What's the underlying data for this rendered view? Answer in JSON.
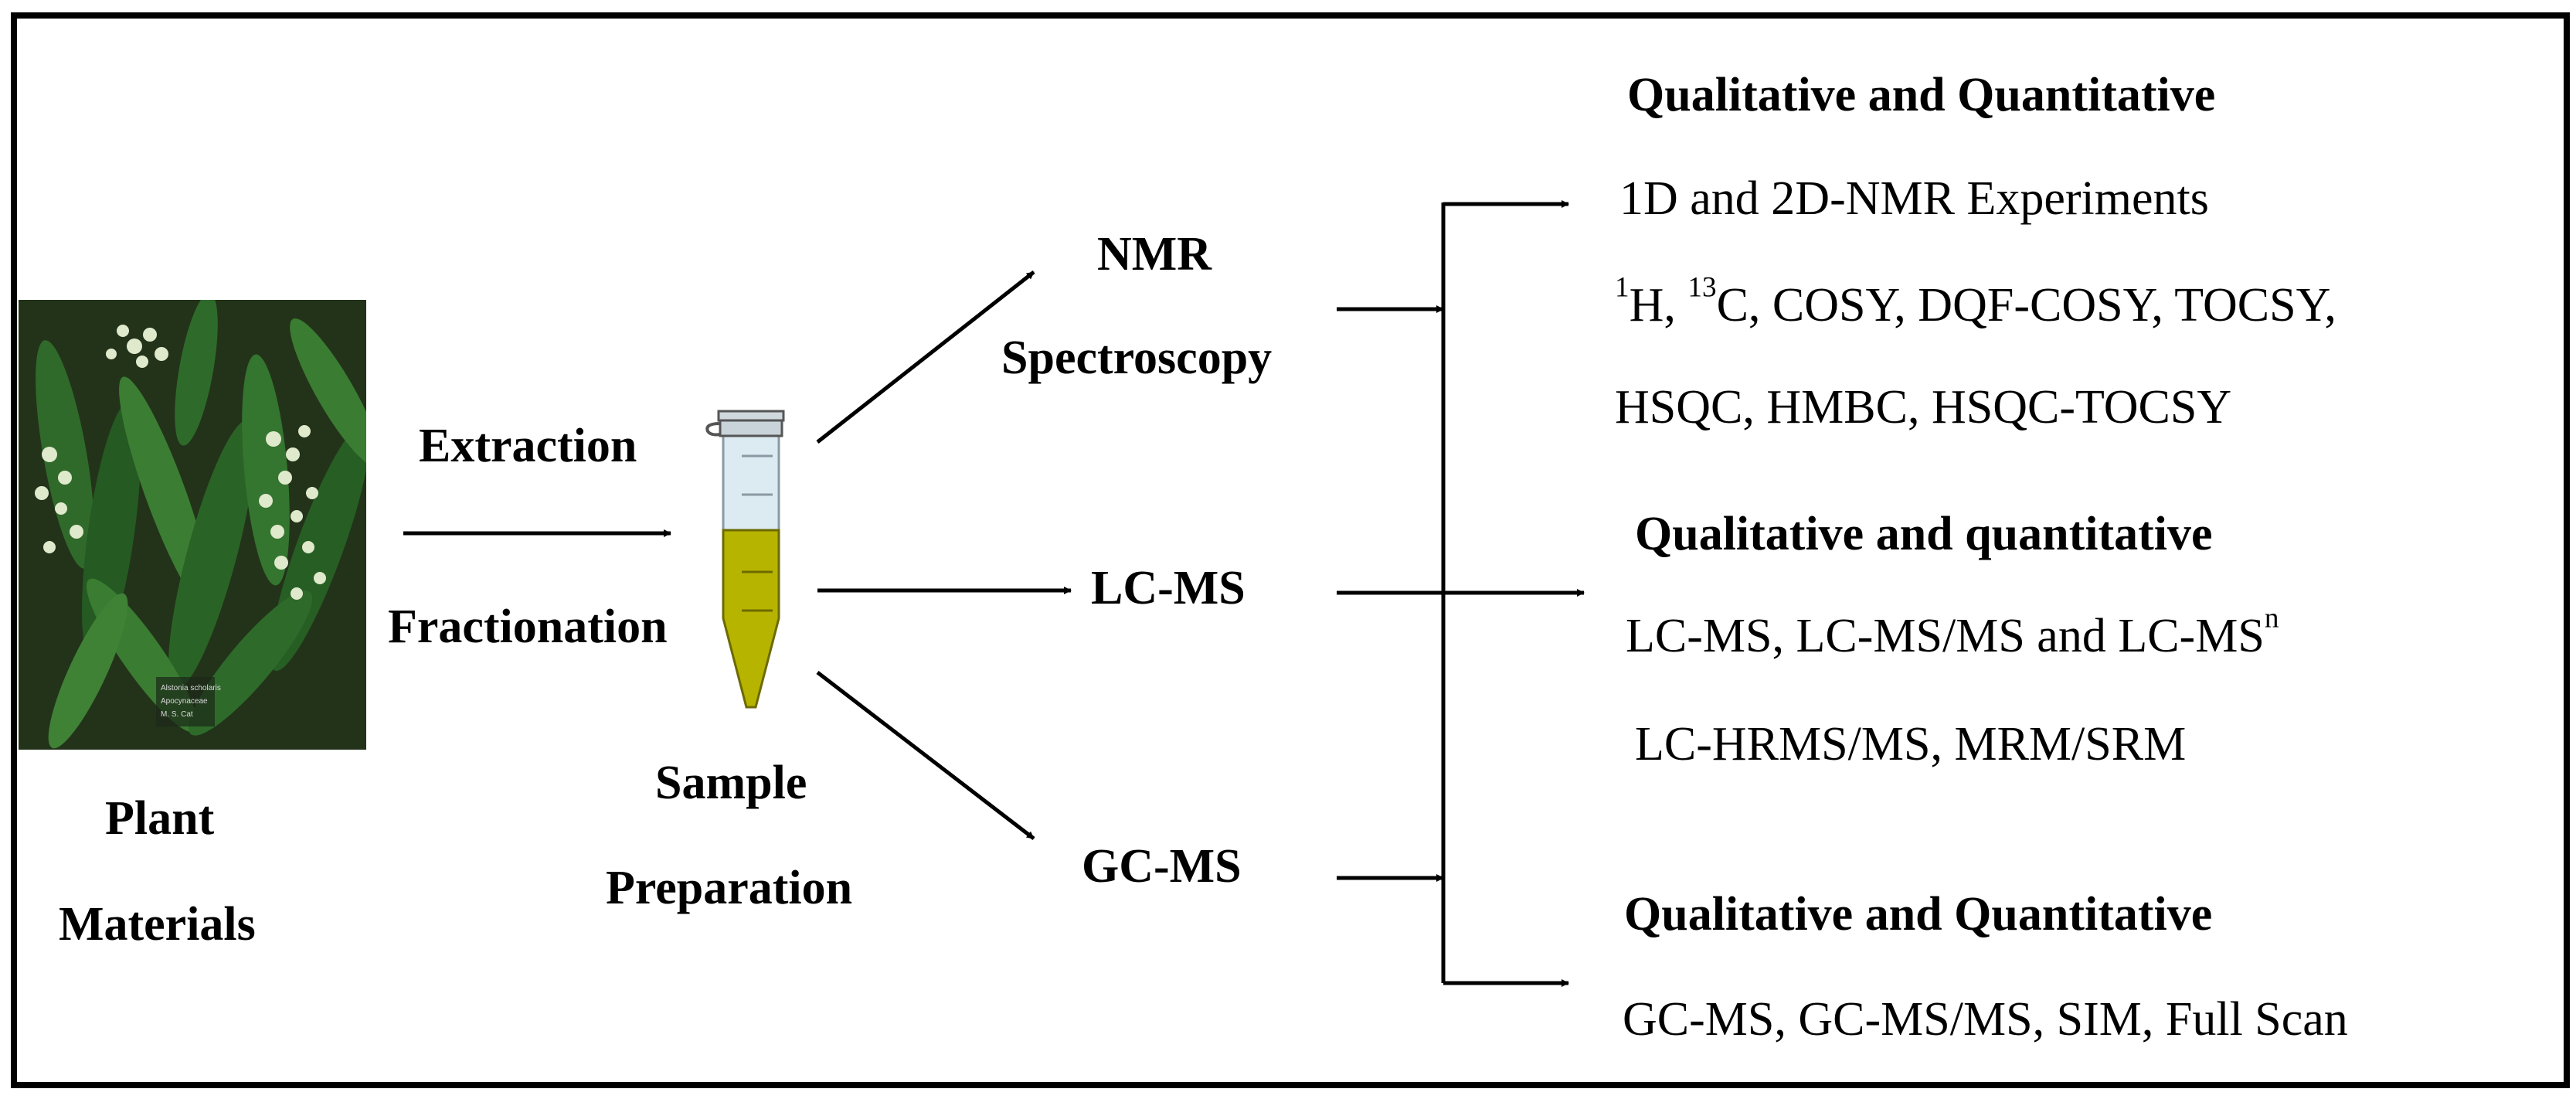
{
  "plant": {
    "caption_line1": "Plant",
    "caption_line2": "Materials",
    "image_tag_line1": "Alstonia scholaris",
    "image_tag_line2": "Apocynaceae",
    "image_tag_line3": "M. S. Cat"
  },
  "process": {
    "extraction": "Extraction",
    "fractionation": "Fractionation",
    "sample_line1": "Sample",
    "sample_line2": "Preparation"
  },
  "techniques": {
    "nmr_line1": "NMR",
    "nmr_line2": "Spectroscopy",
    "lcms": "LC-MS",
    "gcms": "GC-MS"
  },
  "nmr_output": {
    "heading": "Qualitative and Quantitative",
    "line1": "1D and 2D-NMR Experiments",
    "line2_sup1": "1",
    "line2_a": "H, ",
    "line2_sup2": "13",
    "line2_b": "C, COSY, DQF-COSY, TOCSY,",
    "line3": "HSQC, HMBC, HSQC-TOCSY"
  },
  "lcms_output": {
    "heading": "Qualitative and quantitative",
    "line1_main": "LC-MS, LC-MS/MS and LC-MS",
    "line1_sup": "n",
    "line2": "LC-HRMS/MS, MRM/SRM"
  },
  "gcms_output": {
    "heading": "Qualitative and Quantitative",
    "line1": "GC-MS, GC-MS/MS, SIM, Full Scan"
  },
  "colors": {
    "border": "#000000",
    "tube_liquid": "#b7b400",
    "tube_empty": "#dcebf2",
    "leaf_dark": "#1f4a1c",
    "leaf_light": "#3f7d32",
    "flower": "#d9e6c4"
  }
}
